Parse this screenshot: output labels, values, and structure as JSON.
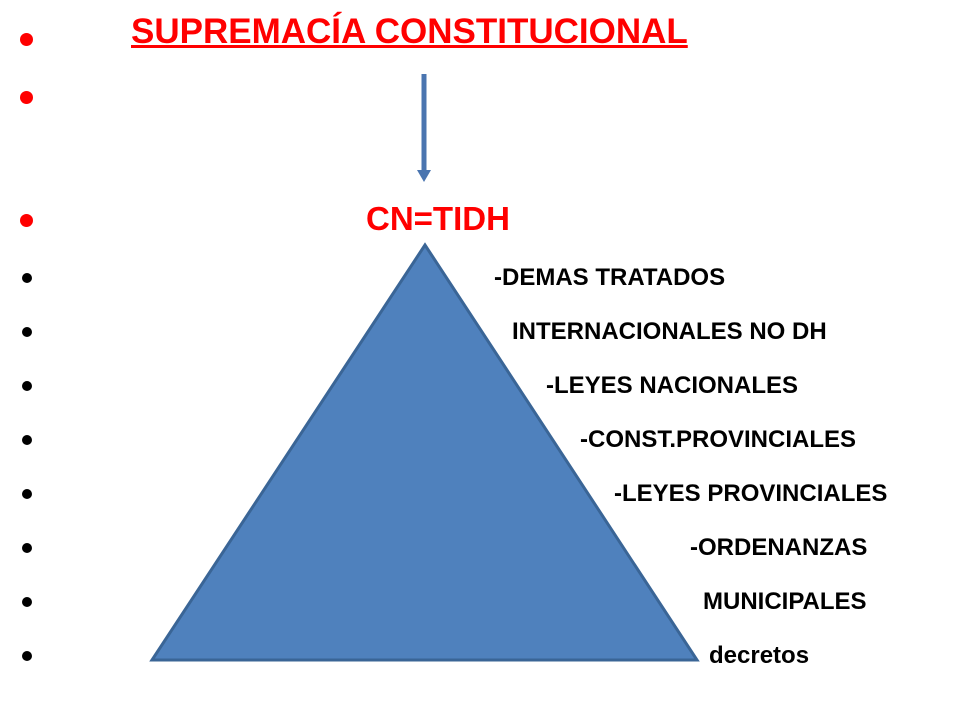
{
  "slide": {
    "title": "SUPREMACÍA CONSTITUCIONAL",
    "subtitle": "CN=TIDH",
    "hierarchy": [
      "-DEMAS TRATADOS",
      "INTERNACIONALES NO DH",
      "-LEYES NACIONALES",
      "-CONST.PROVINCIALES",
      "-LEYES PROVINCIALES",
      "-ORDENANZAS",
      "MUNICIPALES",
      "decretos"
    ]
  },
  "colors": {
    "title": "#ff0000",
    "pyramid_fill": "#4f81bd",
    "pyramid_stroke": "#3a6596",
    "arrow": "#4f81bd",
    "text": "#000000"
  }
}
